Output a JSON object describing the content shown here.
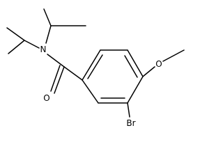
{
  "molecule": {
    "atoms": {
      "nitrogen": "N",
      "carbonyl_oxygen": "O",
      "methoxy_oxygen": "O",
      "bromine": "Br"
    },
    "colors": {
      "bond": "#000000",
      "label": "#000000",
      "background": "#ffffff"
    }
  }
}
